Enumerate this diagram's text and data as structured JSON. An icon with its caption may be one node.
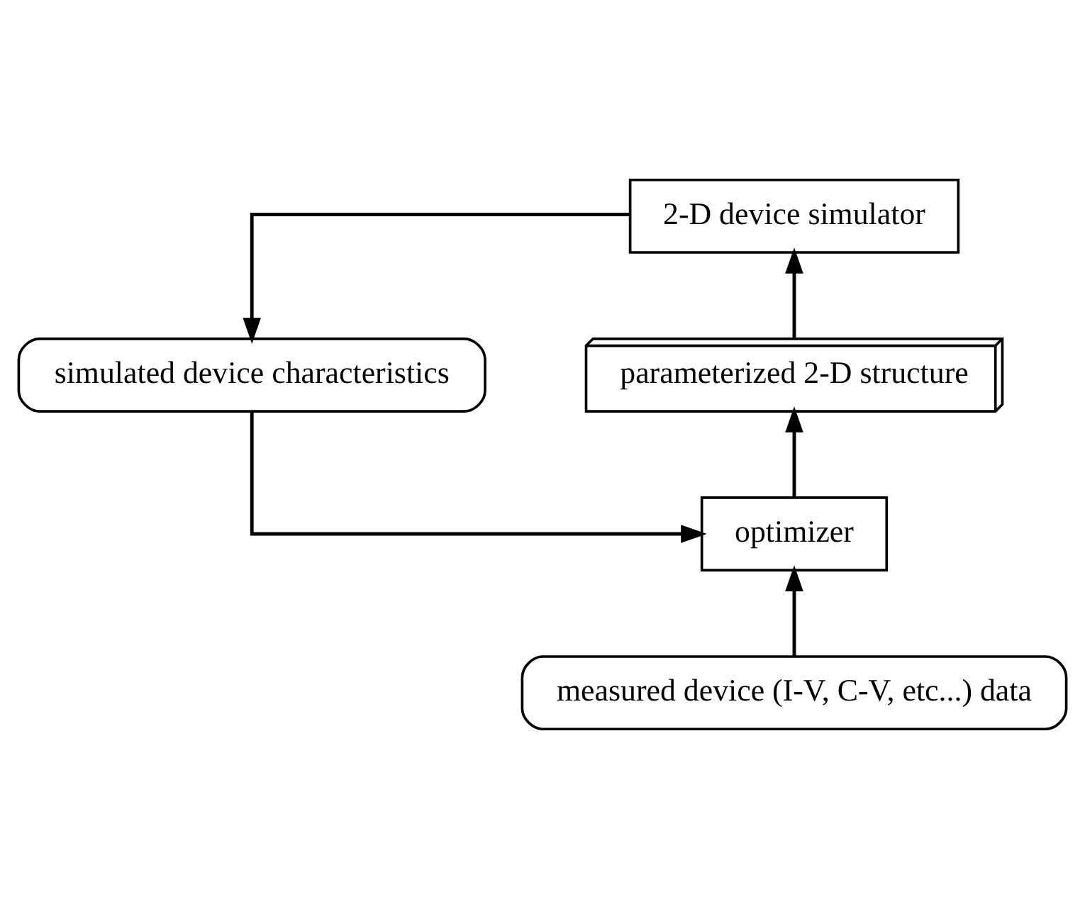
{
  "diagram": {
    "nodes": [
      {
        "text": [
          "2-D device simulator"
        ]
      },
      {
        "text": [
          "simulated device characteristics"
        ]
      },
      {
        "text": [
          "parameterized 2-D structure"
        ]
      },
      {
        "text": [
          "optimizer"
        ]
      },
      {
        "text": [
          "measured device (I-V, C-V, etc...) data"
        ]
      }
    ],
    "edges": [
      {
        "from": 0,
        "to": 1,
        "arrow": "to"
      },
      {
        "from": 1,
        "to": 3,
        "arrow": "to"
      },
      {
        "from": 4,
        "to": 3,
        "arrow": "to"
      },
      {
        "from": 3,
        "to": 2,
        "arrow": "to"
      },
      {
        "from": 2,
        "to": 0,
        "arrow": "to"
      }
    ]
  }
}
